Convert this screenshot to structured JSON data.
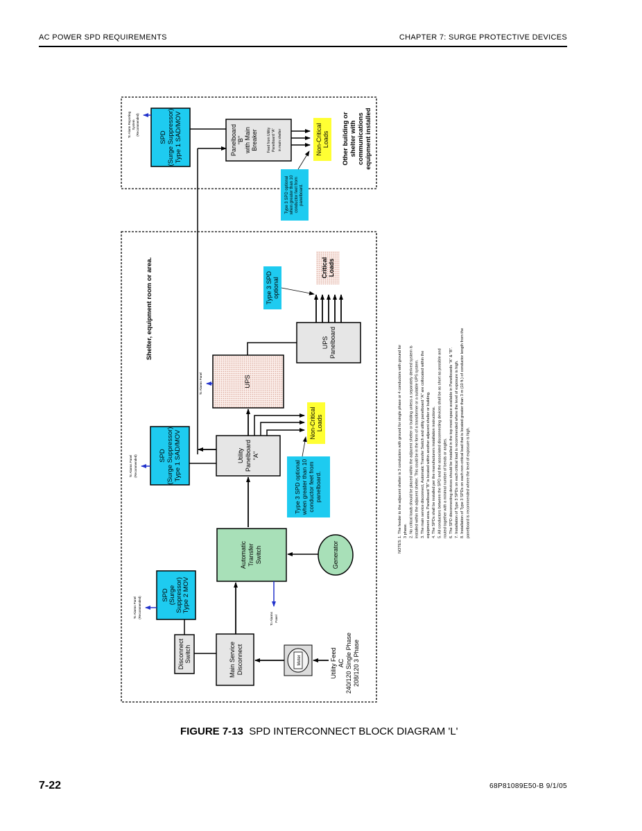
{
  "header": {
    "left": "AC POWER SPD REQUIREMENTS",
    "right": "CHAPTER 7: SURGE PROTECTIVE DEVICES"
  },
  "diagram": {
    "building_b": {
      "label": [
        "Other building or",
        "shelter with",
        "communications",
        "equipment installed"
      ],
      "spd": [
        "SPD",
        "(Surge Suppressor)",
        "Type 1  SAD/MOV"
      ],
      "alarm": [
        "To Alarm Reporting",
        "System",
        "(Recommended)"
      ],
      "panelboard": [
        "Panelboard",
        "\"B\"",
        "with Main",
        "Breaker"
      ],
      "panelboard_note": [
        "Feed from Utility",
        "Panelboard \"A\"",
        "in main shelter"
      ],
      "noncritical": [
        "Non-Critical",
        "Loads"
      ],
      "type3": [
        "Type 3 SPD optional",
        "when greater than 10",
        "conductor feet from",
        "panelboard."
      ]
    },
    "shelter": {
      "label": "Shelter, equipment room or area.",
      "critical": [
        "Critical",
        "Loads"
      ],
      "type3_critical": [
        "Type 3 SPD",
        "optional"
      ],
      "ups_panel": [
        "UPS",
        "Panelboard"
      ],
      "ups": "UPS",
      "ups_alarm": "To Alarms Panel",
      "spd_a": [
        "SPD",
        "(Surge Suppressor)",
        "Type 1 SAD/MOV"
      ],
      "spd_a_alarm": [
        "To Alarms Panel",
        "(Recommended)"
      ],
      "utility_panel": [
        "Utility",
        "Panelboard",
        "\"A\""
      ],
      "noncritical": [
        "Non-Critical",
        "Loads"
      ],
      "type3_noncritical": [
        "Type 3 SPD optional",
        "when greater than 10",
        "conductor feet from",
        "panelboard."
      ],
      "ats": [
        "Automatic",
        "Transfer",
        "Switch"
      ],
      "ats_alarm": [
        "To Alarms",
        "Panel"
      ],
      "generator": "Generator",
      "spd_2": [
        "SPD",
        "(Surge",
        "Suppressor)",
        "Type 2 MOV"
      ],
      "spd_2_alarm": [
        "To Alarms Panel",
        "(Recommended)"
      ],
      "disconnect_switch": [
        "Disconnect",
        "Switch"
      ],
      "main_service": [
        "Main Service",
        "Disconnect"
      ],
      "meter": "Meter",
      "utility_feed": [
        "Utility Feed",
        "AC",
        "240/120 Single Phase",
        "208/120  3 Phase"
      ]
    },
    "notes_title": "NOTES:",
    "notes": [
      "1.  The feeder to the adjacent shelter is 3 conductors with ground for single phase or 4 conductors with ground for",
      "3 phase.",
      "2.  No critical loads should be placed within the adjacent shelter or building unless a separately derived system is",
      "installed within the adjacent shelter.  This could be in the form of a transformer or a suitable UPS system.",
      "3.  The main service disconnect, Automatic Transfer Switch and utility panelboard \"A\" are collocated within the",
      "equipment area.  Panelboard \"B\" is located within another adjacent shelter or building.",
      "4.  The SPDs shall be installed per the manufacturers installation instructions.",
      "5.  All conductors between the SPD and the associated disconnecting devices shall be as short as possible and",
      "routed together with a minimal number of bends or angles.",
      "6.  The SPD disconnecting devices should be installed in the top most space available in Panelboards \"A\" & \"B\".",
      "7.  Installation of Type 3  SPDs on each critical load is recommended where the level of exposure is high.",
      "8.  Installation of Type 3  SPDs on each non-critical load that is located greater than 3 m (10 ft.) of conductor length from the",
      "panelboard is recommended where the level of exposure is high."
    ],
    "colors": {
      "spd": "#1ecbf0",
      "panel": "#e6e6e6",
      "ats": "#a8e0b8",
      "noncritical": "#ffff33",
      "alarm_arrow": "#2233cc",
      "ups_pattern": "#e9c9c0"
    }
  },
  "caption": {
    "figure": "FIGURE 7-13",
    "title": "SPD INTERCONNECT BLOCK DIAGRAM 'L'"
  },
  "footer": {
    "page": "7-22",
    "doc": "68P81089E50-B   9/1/05"
  }
}
